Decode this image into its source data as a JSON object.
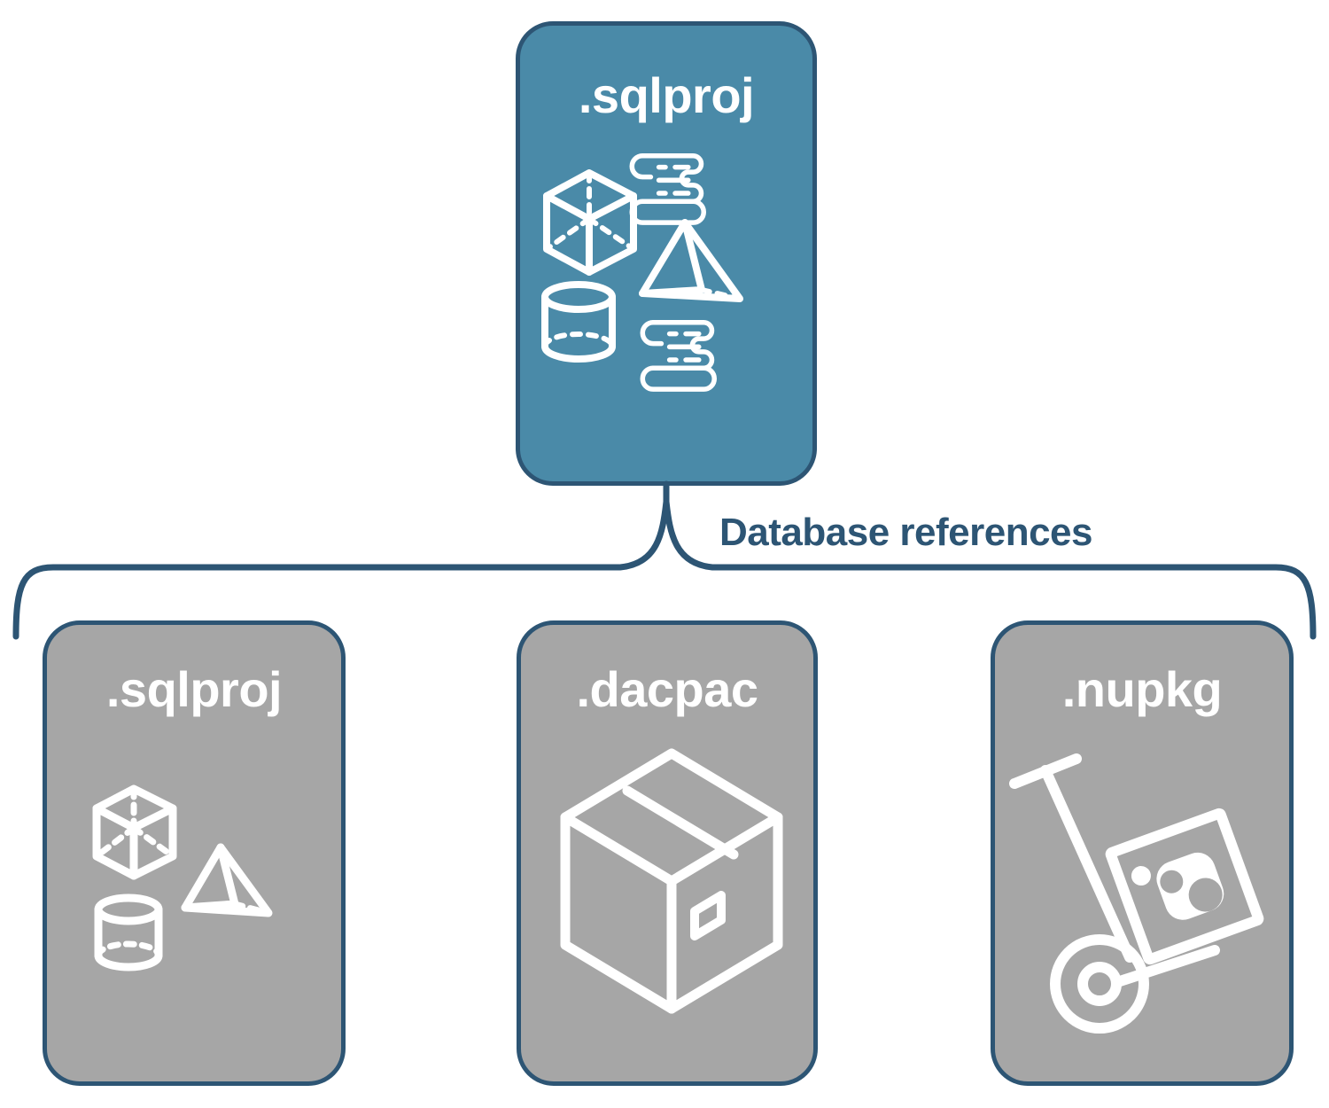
{
  "diagram": {
    "title": "Database references",
    "colors": {
      "primary_blue": "#4a8aa8",
      "border_navy": "#2d5574",
      "card_gray": "#a6a6a6",
      "icon_white": "#ffffff",
      "background": "#ffffff"
    },
    "connector": {
      "label": "Database references",
      "style": "curly-brace"
    },
    "parent_card": {
      "label": ".sqlproj",
      "fill": "blue",
      "icons": [
        "cube-icon",
        "scroll-icon",
        "pyramid-icon",
        "cylinder-icon",
        "scroll-icon"
      ]
    },
    "reference_cards": [
      {
        "label": ".sqlproj",
        "fill": "gray",
        "icons": [
          "cube-icon",
          "pyramid-icon",
          "cylinder-icon"
        ]
      },
      {
        "label": ".dacpac",
        "fill": "gray",
        "icons": [
          "package-box-icon"
        ]
      },
      {
        "label": ".nupkg",
        "fill": "gray",
        "icons": [
          "hand-truck-nuget-icon"
        ]
      }
    ]
  }
}
